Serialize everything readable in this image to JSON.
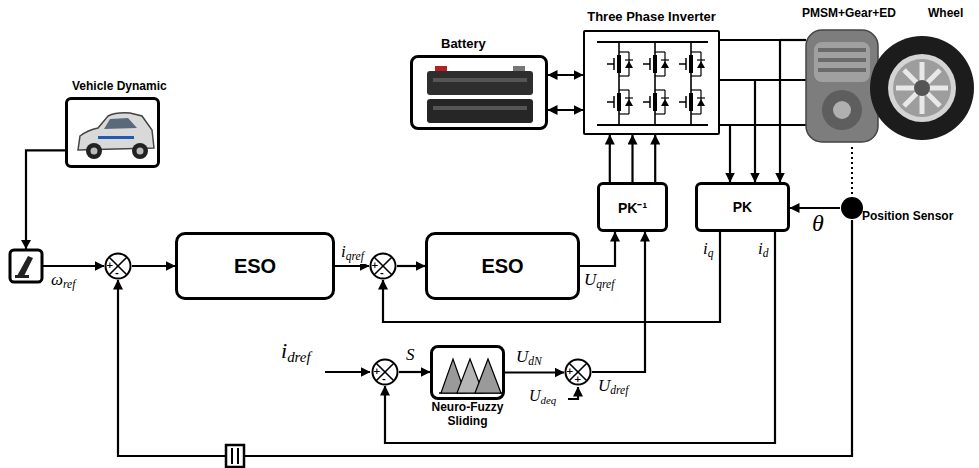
{
  "diagram": {
    "nodes": [
      {
        "text": [
          "Battery"
        ]
      },
      {
        "text": [
          "Three Phase Inverter"
        ]
      },
      {
        "text": [
          "Vehicle Dynamic"
        ]
      },
      {
        "text": [
          "+",
          "-"
        ]
      },
      {
        "text": [
          "ESO"
        ]
      },
      {
        "text": [
          "+",
          "-"
        ]
      },
      {
        "text": [
          "ESO"
        ]
      },
      {
        "text": [
          "PK⁻¹"
        ]
      },
      {
        "text": [
          "PK"
        ]
      },
      {
        "text": [
          "Position Sensor"
        ]
      },
      {
        "text": [
          "+",
          "-"
        ]
      },
      {
        "text": [
          "Neuro-Fuzzy Sliding"
        ]
      },
      {
        "text": [
          "+",
          "+"
        ]
      }
    ],
    "edges": [
      {
        "from": 0,
        "to": 1,
        "arrow": "both"
      },
      {
        "from": 0,
        "to": 1,
        "arrow": "both"
      },
      {
        "from": 2,
        "to": 3,
        "label": "ωref",
        "arrow": "to"
      },
      {
        "from": 3,
        "to": 4,
        "arrow": "to"
      },
      {
        "from": 4,
        "to": 5,
        "label": "iqref",
        "arrow": "to"
      },
      {
        "from": 5,
        "to": 6,
        "arrow": "to"
      },
      {
        "from": 6,
        "to": 7,
        "label": "Uqref",
        "arrow": "to"
      },
      {
        "from": 7,
        "to": 1,
        "arrow": "to"
      },
      {
        "from": 7,
        "to": 1,
        "arrow": "to"
      },
      {
        "from": 7,
        "to": 1,
        "arrow": "to"
      },
      {
        "from": 1,
        "to": 8,
        "arrow": "to"
      },
      {
        "from": 1,
        "to": 8,
        "arrow": "to"
      },
      {
        "from": 1,
        "to": 8,
        "arrow": "to"
      },
      {
        "from": 8,
        "to": 5,
        "label": "iq",
        "arrow": "to"
      },
      {
        "from": 8,
        "to": 10,
        "label": "id",
        "arrow": "to"
      },
      {
        "from": 9,
        "to": 8,
        "label": "θ",
        "arrow": "to"
      },
      {
        "from": 9,
        "to": 3,
        "arrow": "to"
      },
      {
        "from": 10,
        "to": 11,
        "label": "S",
        "arrow": "to"
      },
      {
        "from": 11,
        "to": 12,
        "label": "UdN",
        "arrow": "to"
      },
      {
        "from": 12,
        "to": 7,
        "label": "Udref",
        "arrow": "to"
      }
    ],
    "labels": [
      "PMSM+Gear+ED",
      "Wheel",
      "idref",
      "Udeq"
    ]
  }
}
